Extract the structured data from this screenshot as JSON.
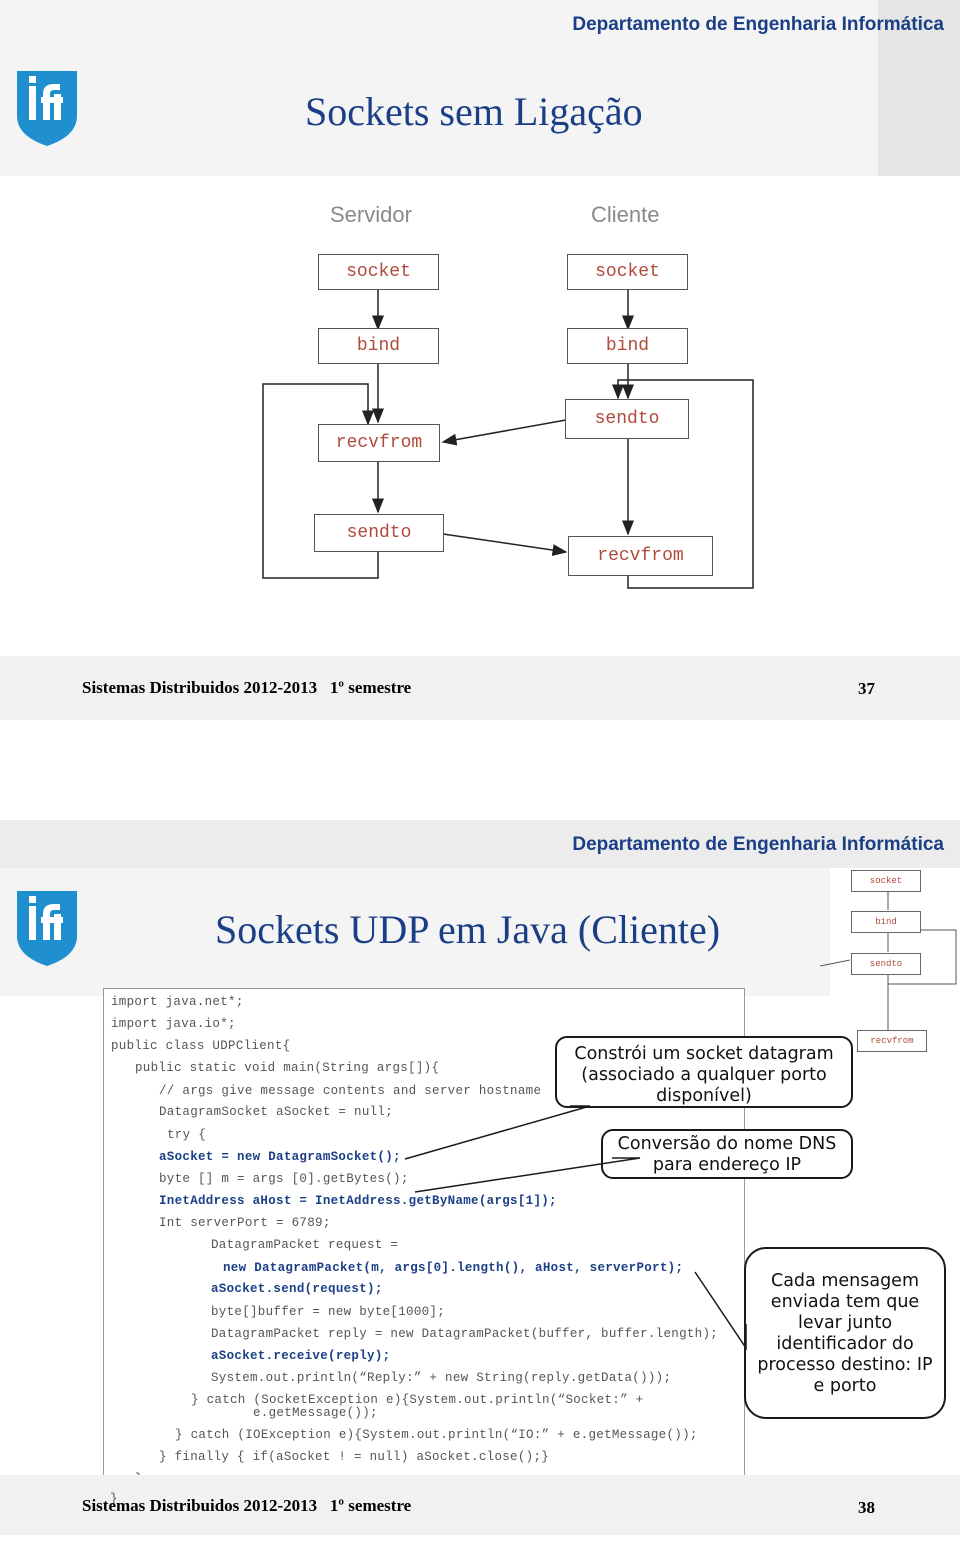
{
  "slide1": {
    "department": "Departamento de Engenharia Informática",
    "title": "Sockets sem Ligação",
    "server_label": "Servidor",
    "client_label": "Cliente",
    "server_boxes": [
      "socket",
      "bind",
      "recvfrom",
      "sendto"
    ],
    "client_boxes": [
      "socket",
      "bind",
      "sendto",
      "recvfrom"
    ],
    "footer": "Sistemas Distribuidos 2012-2013   1º semestre",
    "page": "37"
  },
  "slide2": {
    "department": "Departamento de Engenharia Informática",
    "title": "Sockets UDP em Java (Cliente)",
    "mini_boxes": [
      "socket",
      "bind",
      "sendto",
      "recvfrom"
    ],
    "code": [
      "import java.net*;",
      "import java.io*;",
      "public class UDPClient{",
      "public static void main(String args[]){",
      "// args give message contents and server hostname",
      "DatagramSocket aSocket = null;",
      "try {",
      "aSocket = new DatagramSocket();",
      "byte [] m = args [0].getBytes();",
      "InetAddress aHost = InetAddress.getByName(args[1]);",
      "Int serverPort = 6789;",
      "DatagramPacket request =",
      "new DatagramPacket(m, args[0].length(), aHost, serverPort);",
      "aSocket.send(request);",
      "byte[]buffer = new byte[1000];",
      "DatagramPacket reply = new DatagramPacket(buffer, buffer.length);",
      "aSocket.receive(reply);",
      "System.out.println(“Reply:” + new String(reply.getData()));",
      "} catch (SocketException e){System.out.println(“Socket:” +",
      "e.getMessage());",
      "} catch (IOException e){System.out.println(“IO:” + e.getMessage());",
      "} finally { if(aSocket ! = null) aSocket.close();}",
      "}",
      "}"
    ],
    "callouts": {
      "socket": "Constrói um socket datagram (associado a qualquer porto disponível)",
      "dns": "Conversão do nome DNS para endereço IP",
      "message": "Cada mensagem enviada tem que levar junto identificador do processo destino: IP e porto"
    },
    "footer": "Sistemas Distribuidos 2012-2013   1º semestre",
    "page": "38"
  },
  "colors": {
    "brand_blue": "#1b3f86",
    "code_red": "#b04a3a"
  }
}
